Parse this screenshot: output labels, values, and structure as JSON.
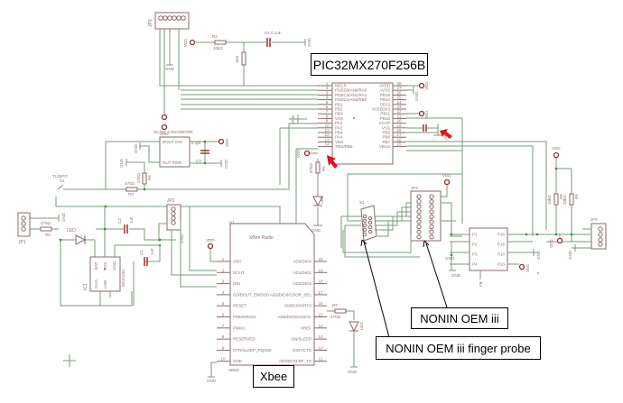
{
  "callouts": {
    "mcu": "PIC32MX270F256B",
    "xbee": "Xbee",
    "nonin_oem": "NONIN OEM iii",
    "finger_probe": "NONIN OEM iii finger probe"
  },
  "components": {
    "jp3": "JP3",
    "r2": "R2",
    "r2_value": "10kΩ",
    "r_1k": "1kΩ",
    "c1": "C1",
    "c1_value": "0.1uF",
    "mcu_name": "MCLR",
    "dcdc_title": "DC/DC CONVERTER",
    "dcdc_pin1": "DOUT GIN",
    "dcdc_pin2": "OUT PWR",
    "c4": "C4",
    "c4_value": "0.1pf",
    "switch": "TL32PO",
    "switch_ref": "S1",
    "r3": "R3",
    "r3_value": "470Ω",
    "r4_value": "470Ω",
    "r4": "R4",
    "jp2": "JP2",
    "jp1": "JP1",
    "r5": "R5",
    "r5_value": "470Ω",
    "led": "LED",
    "c2": "C2",
    "c2_value": "1uF",
    "c3": "C3",
    "c3_value": "1uF",
    "ic1": "IC1",
    "ic1_part": "MAX1551",
    "ic1_pins": [
      "BAT",
      "POK",
      "GND",
      "CHG",
      "USB",
      "IN"
    ],
    "u1": "U1",
    "xbee_title": "XBee Radio",
    "xbee_part": "XBEE",
    "r7": "R7",
    "r7_value": "470Ω",
    "r6": "R6",
    "r6_value": "470Ω",
    "x1": "X1",
    "jp4": "JP4",
    "jp6": "JP6",
    "r8_value": "10kΩ",
    "r9_value": "10kΩ",
    "r8": "R8",
    "r9": "R9",
    "fb": "FB",
    "vdd": "VDD",
    "gnd": "GND"
  },
  "mcu_pins_left": [
    {
      "num": "1",
      "name": "MCLR"
    },
    {
      "num": "2",
      "name": "PGED3/AN0/RA0"
    },
    {
      "num": "3",
      "name": "PGEC3/AN1/RA1"
    },
    {
      "num": "4",
      "name": "PGED1/AN2/RB0"
    },
    {
      "num": "5",
      "name": "PB1"
    },
    {
      "num": "6",
      "name": "PB2"
    },
    {
      "num": "7",
      "name": "PB3"
    },
    {
      "num": "8",
      "name": "VSS"
    },
    {
      "num": "9",
      "name": "PA2"
    },
    {
      "num": "10",
      "name": "PA3"
    },
    {
      "num": "11",
      "name": "PB4"
    },
    {
      "num": "12",
      "name": "PA4"
    },
    {
      "num": "13",
      "name": "VDD"
    },
    {
      "num": "14",
      "name": "TMS/RB5"
    }
  ],
  "mcu_pins_right": [
    {
      "num": "28",
      "name": "AVDD"
    },
    {
      "num": "27",
      "name": "AVSS"
    },
    {
      "num": "26",
      "name": "PB15"
    },
    {
      "num": "25",
      "name": "PB14"
    },
    {
      "num": "24",
      "name": "PB13"
    },
    {
      "num": "23",
      "name": "VUSB3V3"
    },
    {
      "num": "22",
      "name": "PB11"
    },
    {
      "num": "21",
      "name": "PB10"
    },
    {
      "num": "20",
      "name": "VCAP"
    },
    {
      "num": "19",
      "name": "VSS"
    },
    {
      "num": "18",
      "name": "PB9"
    },
    {
      "num": "17",
      "name": "PB8"
    },
    {
      "num": "16",
      "name": "PB7"
    },
    {
      "num": "15",
      "name": "VBUS"
    }
  ],
  "xbee_pins_left": [
    {
      "num": "1",
      "name": "VDD"
    },
    {
      "num": "2",
      "name": "DOUT"
    },
    {
      "num": "3",
      "name": "DIN"
    },
    {
      "num": "4",
      "name": "CD/DOUT_EN/DO8"
    },
    {
      "num": "5",
      "name": "RESET"
    },
    {
      "num": "6",
      "name": "PWM0/RSSI"
    },
    {
      "num": "7",
      "name": "PWM1"
    },
    {
      "num": "8",
      "name": "RESERVED"
    },
    {
      "num": "9",
      "name": "DTR/SLEEP_RQ/DI8"
    },
    {
      "num": "10",
      "name": "GND"
    }
  ],
  "xbee_pins_right": [
    {
      "num": "20",
      "name": "AD0/DIO0"
    },
    {
      "num": "19",
      "name": "AD1/DIO1"
    },
    {
      "num": "18",
      "name": "AD2/DIO2"
    },
    {
      "num": "17",
      "name": "AD3/DIO3/COOR_SEL"
    },
    {
      "num": "16",
      "name": "AD6/DIO6/RTS"
    },
    {
      "num": "15",
      "name": "AD5/DIO5/ASSOC"
    },
    {
      "num": "14",
      "name": "VREF"
    },
    {
      "num": "13",
      "name": "ON/SLEEP"
    },
    {
      "num": "12",
      "name": "DIO7/CTS"
    },
    {
      "num": "11",
      "name": "AD4/DIO4/RF_TX"
    }
  ],
  "fb_pins_left": [
    "P1",
    "P2",
    "P3",
    "P4"
  ],
  "fb_pins_right": [
    "P16",
    "P15",
    "P14",
    "P13"
  ],
  "colors": {
    "wire": "#7a9a7a",
    "part": "#8a6a6a",
    "arrow": "#e0151b",
    "capacitor": "#a03030"
  }
}
